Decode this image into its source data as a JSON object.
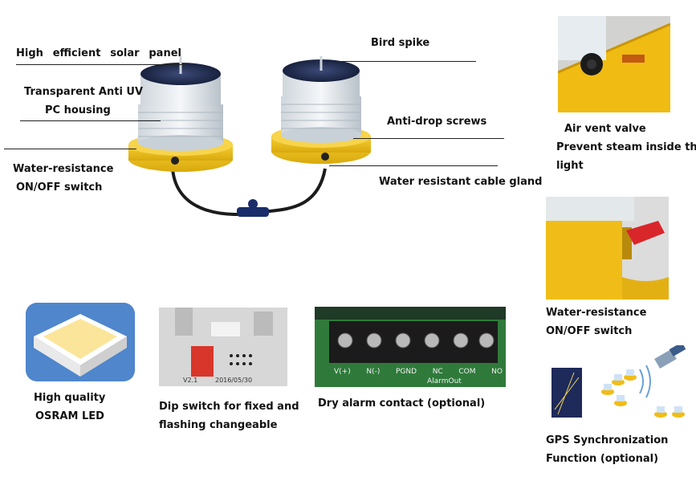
{
  "labels": {
    "solar_panel": [
      "High",
      "efficient",
      "solar",
      "panel"
    ],
    "housing_1": "Transparent Anti UV",
    "housing_2": "PC housing",
    "switch_1": "Water-resistance",
    "switch_2": "ON/OFF switch",
    "bird_spike": "Bird spike",
    "screws": "Anti-drop screws",
    "cable_gland": "Water resistant cable gland",
    "vent_1": "Air vent valve",
    "vent_2": "Prevent steam inside the",
    "vent_3": "light",
    "switch_right_1": "Water-resistance",
    "switch_right_2": "ON/OFF switch",
    "led_1": "High quality",
    "led_2": "OSRAM LED",
    "dip_1": "Dip switch for fixed and",
    "dip_2": "flashing changeable",
    "dry_contact": "Dry alarm contact (optional)",
    "gps_1": "GPS Synchronization",
    "gps_2": "Function (optional)"
  },
  "pcb_text": {
    "terminals": [
      "V(+)",
      "N(-)",
      "PGND",
      "NC",
      "COM",
      "NO"
    ],
    "dip_date": "2016/05/30",
    "dip_ver": "V2.1",
    "alarm": "AlarmOut"
  },
  "colors": {
    "base_yellow": "#f2c21a",
    "base_shadow": "#c79a0a",
    "led_glow": "#fbe59a",
    "pcb_green": "#2f7a3a",
    "dip_red": "#d9362b",
    "switch_red": "#d8262a"
  }
}
